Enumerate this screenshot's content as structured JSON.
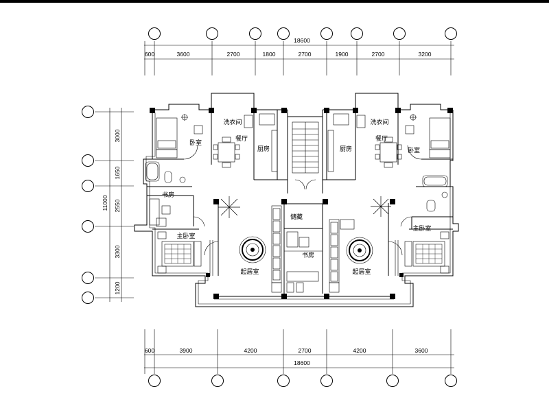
{
  "plan": {
    "top_total": "18600",
    "top_dims": [
      "600",
      "3600",
      "2700",
      "1800",
      "2700",
      "1900",
      "2700",
      "3200"
    ],
    "bottom_total": "18600",
    "bottom_dims": [
      "600",
      "3900",
      "4200",
      "2700",
      "4200",
      "3600"
    ],
    "left_total": "11000",
    "left_dims": [
      "3000",
      "1650",
      "2550",
      "3300",
      "1200"
    ],
    "rooms": {
      "bedroom_left": "卧室",
      "bedroom_right": "卧室",
      "dining_left": "餐厅",
      "dining_right": "餐厅",
      "laundry_left": "洗衣间",
      "laundry_right": "洗衣间",
      "kitchen_left": "厨房",
      "kitchen_right": "厨房",
      "study_left": "书房",
      "study_center": "书房",
      "storage": "储藏",
      "master_left": "主卧室",
      "master_right": "主卧室",
      "living_left": "起居室",
      "living_right": "起居室"
    }
  }
}
